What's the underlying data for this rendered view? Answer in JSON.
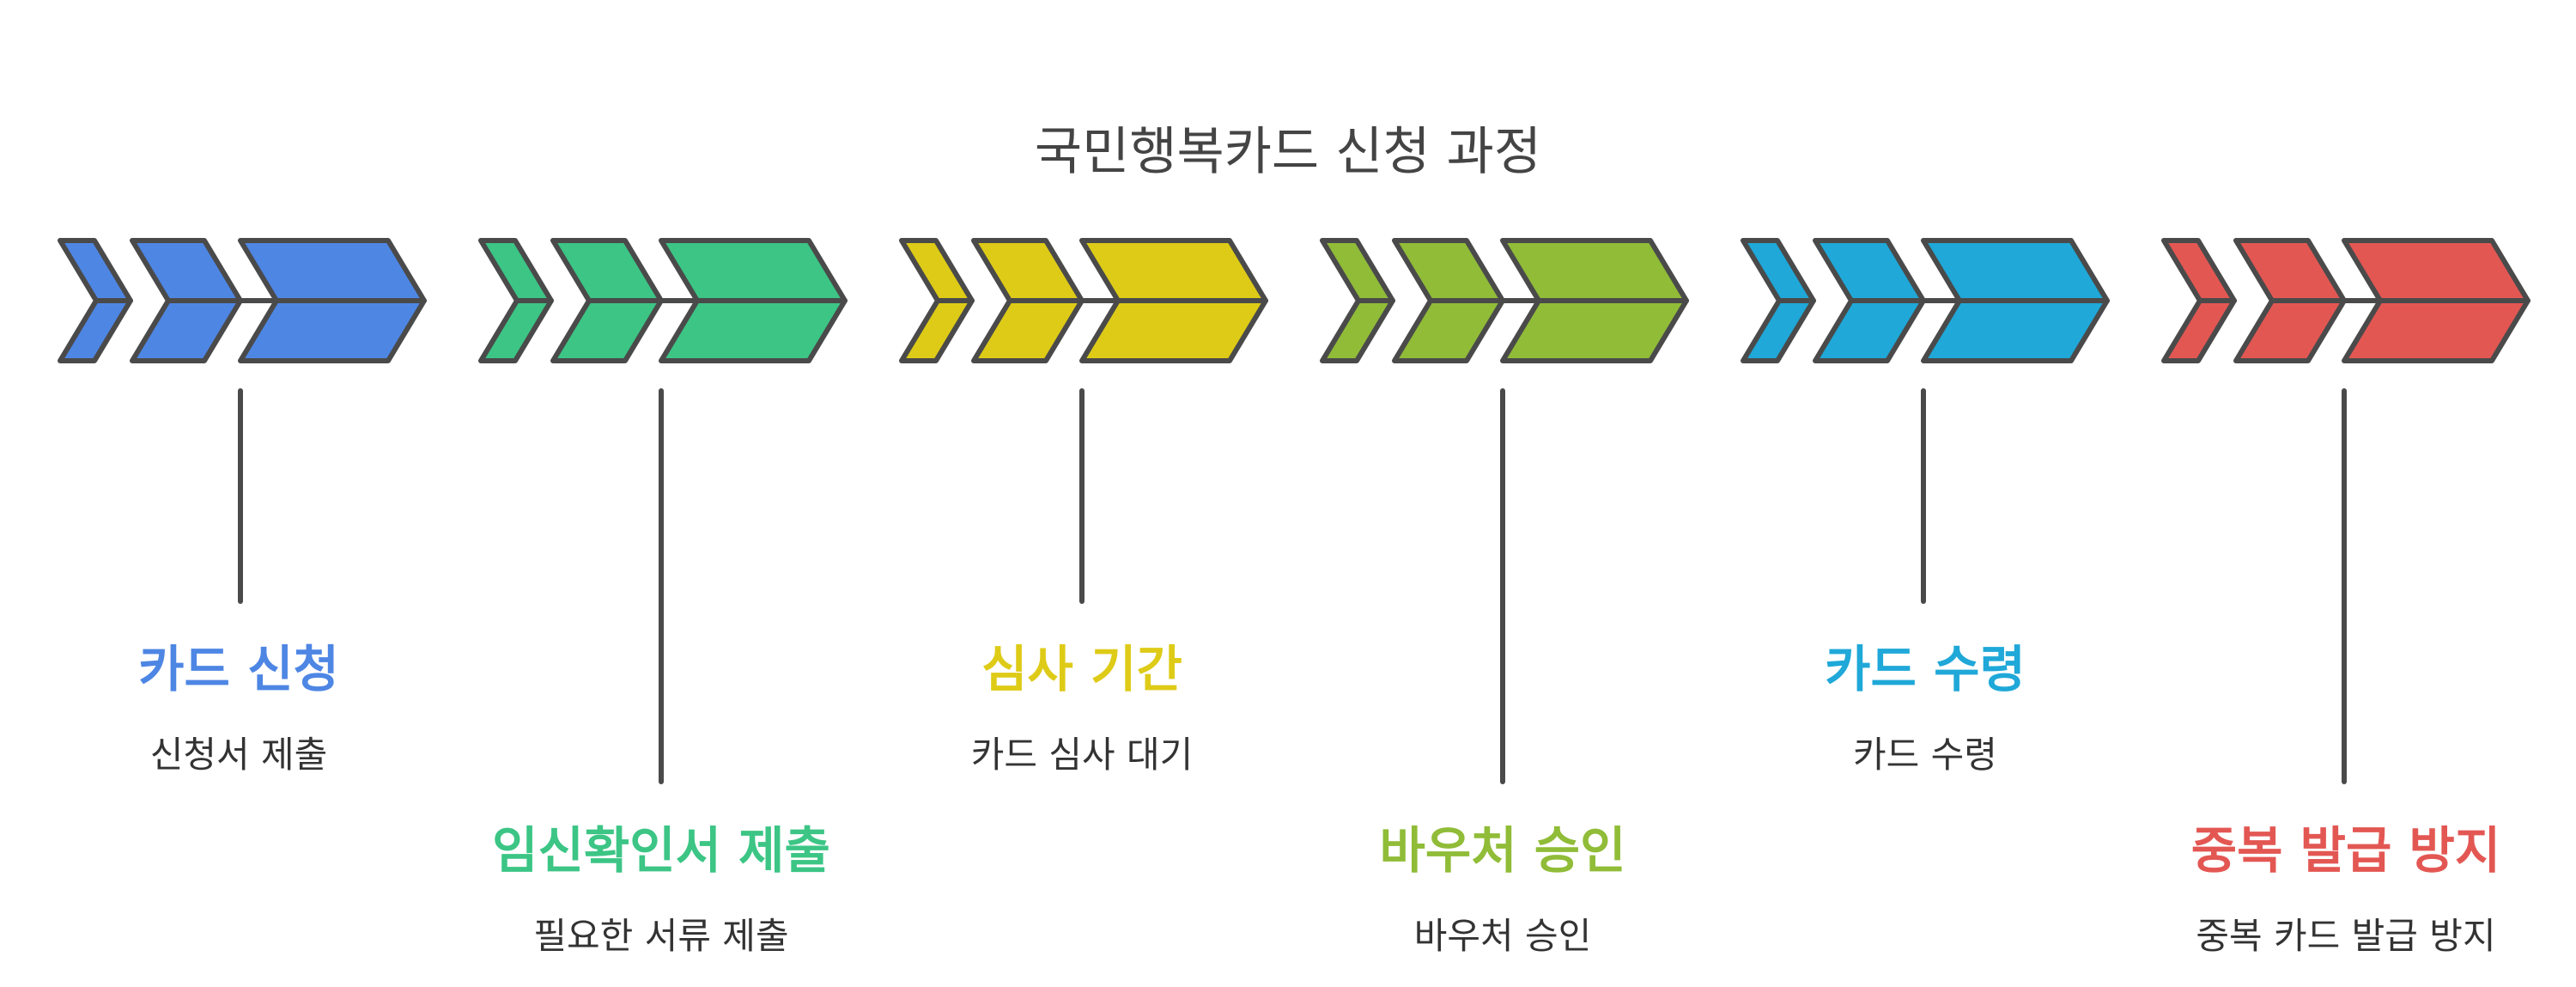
{
  "title": "국민행복카드 신청 과정",
  "steps": [
    {
      "title": "카드 신청",
      "desc": "신청서 제출",
      "color": "#4E86E4"
    },
    {
      "title": "임신확인서 제출",
      "desc": "필요한 서류 제출",
      "color": "#3CC585"
    },
    {
      "title": "심사 기간",
      "desc": "카드 심사 대기",
      "color": "#DECB17"
    },
    {
      "title": "바우처 승인",
      "desc": "바우처 승인",
      "color": "#90BC38"
    },
    {
      "title": "카드 수령",
      "desc": "카드 수령",
      "color": "#1FA8D8"
    },
    {
      "title": "중복 발급 방지",
      "desc": "중복 카드 발급 방지",
      "color": "#E35753"
    }
  ]
}
